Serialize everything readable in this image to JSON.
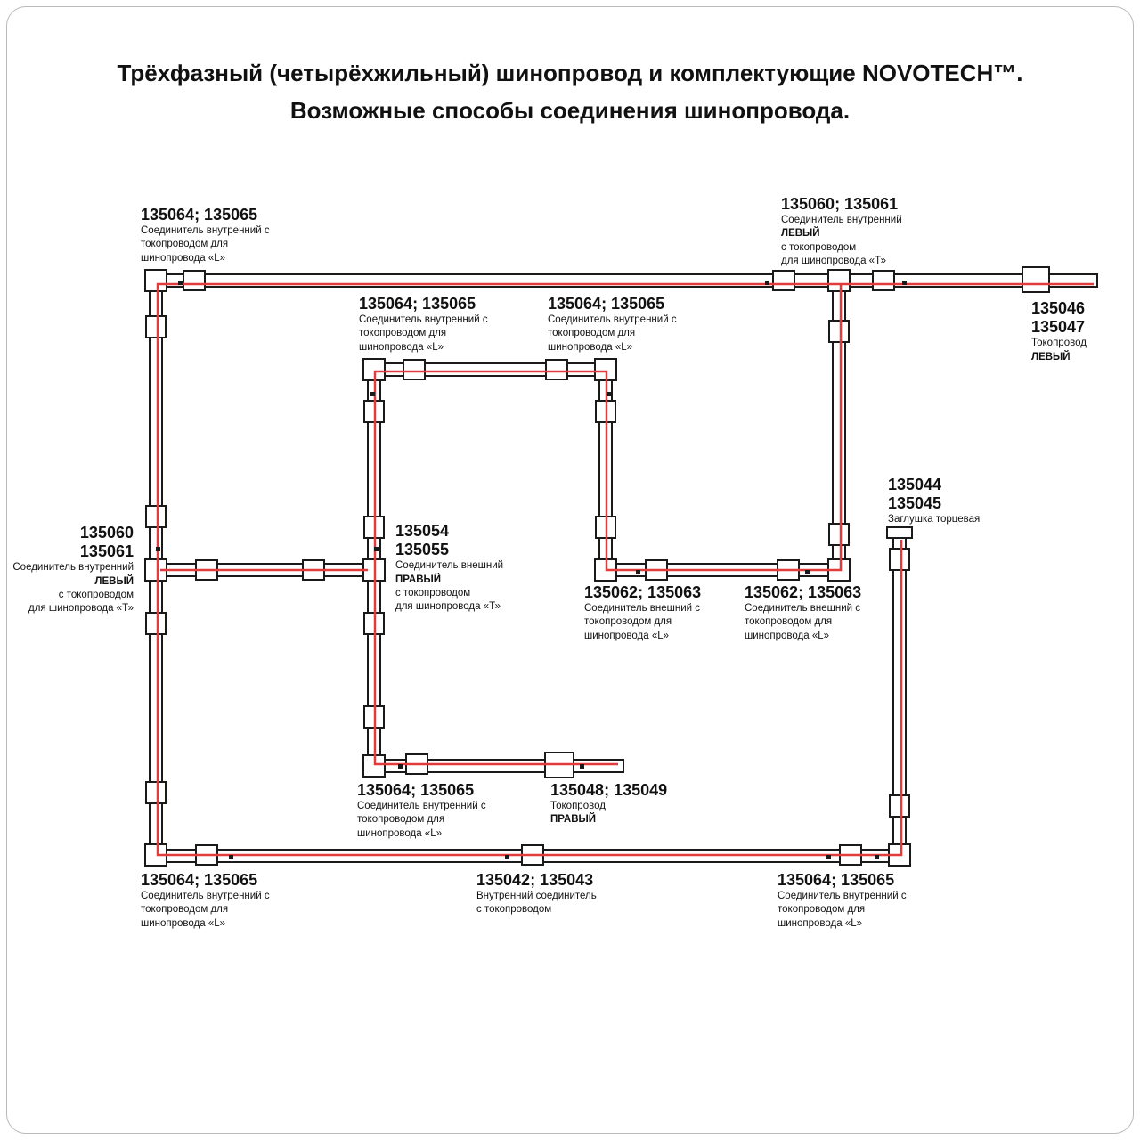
{
  "title": {
    "line1": "Трёхфазный (четырёхжильный) шинопровод и комплектующие NOVOTECH™.",
    "line2": "Возможные способы соединения шинопровода."
  },
  "labels": {
    "top_left": {
      "code": "135064; 135065",
      "l1": "Соединитель внутренний с",
      "l2": "токопроводом для",
      "l3": "шинопровода «L»"
    },
    "top_right": {
      "code": "135060; 135061",
      "l1": "Соединитель внутренний",
      "l2": "ЛЕВЫЙ",
      "l3": "с токопроводом",
      "l4": "для шинопровода «Т»"
    },
    "right_feed": {
      "code1": "135046",
      "code2": "135047",
      "l1": "Токопровод",
      "l2": "ЛЕВЫЙ"
    },
    "mid_left": {
      "code": "135064; 135065",
      "l1": "Соединитель внутренний с",
      "l2": "токопроводом для",
      "l3": "шинопровода «L»"
    },
    "mid_right": {
      "code": "135064; 135065",
      "l1": "Соединитель внутренний с",
      "l2": "токопроводом для",
      "l3": "шинопровода «L»"
    },
    "endcap": {
      "code1": "135044",
      "code2": "135045",
      "l1": "Заглушка торцевая"
    },
    "left_t": {
      "code1": "135060",
      "code2": "135061",
      "l1": "Соединитель внутренний",
      "l2": "ЛЕВЫЙ",
      "l3": "с токопроводом",
      "l4": "для шинопровода «Т»"
    },
    "center_t": {
      "code1": "135054",
      "code2": "135055",
      "l1": "Соединитель внешний",
      "l2": "ПРАВЫЙ",
      "l3": "с токопроводом",
      "l4": "для шинопровода «Т»"
    },
    "ext_left": {
      "code": "135062; 135063",
      "l1": "Соединитель внешний с",
      "l2": "токопроводом для",
      "l3": "шинопровода «L»"
    },
    "ext_right": {
      "code": "135062; 135063",
      "l1": "Соединитель внешний с",
      "l2": "токопроводом для",
      "l3": "шинопровода «L»"
    },
    "bottom_mid": {
      "code": "135064; 135065",
      "l1": "Соединитель внутренний с",
      "l2": "токопроводом для",
      "l3": "шинопровода «L»"
    },
    "feed_right": {
      "code": "135048; 135049",
      "l1": "Токопровод",
      "l2": "ПРАВЫЙ"
    },
    "bottom_left": {
      "code": "135064; 135065",
      "l1": "Соединитель внутренний с",
      "l2": "токопроводом для",
      "l3": "шинопровода «L»"
    },
    "bottom_center": {
      "code": "135042; 135043",
      "l1": "Внутренний соединитель",
      "l2": "с токопроводом"
    },
    "bottom_right": {
      "code": "135064; 135065",
      "l1": "Соединитель внутренний с",
      "l2": "токопроводом для",
      "l3": "шинопровода «L»"
    }
  },
  "colors": {
    "track": "#1a1a1a",
    "conductor": "#e23b3b"
  }
}
